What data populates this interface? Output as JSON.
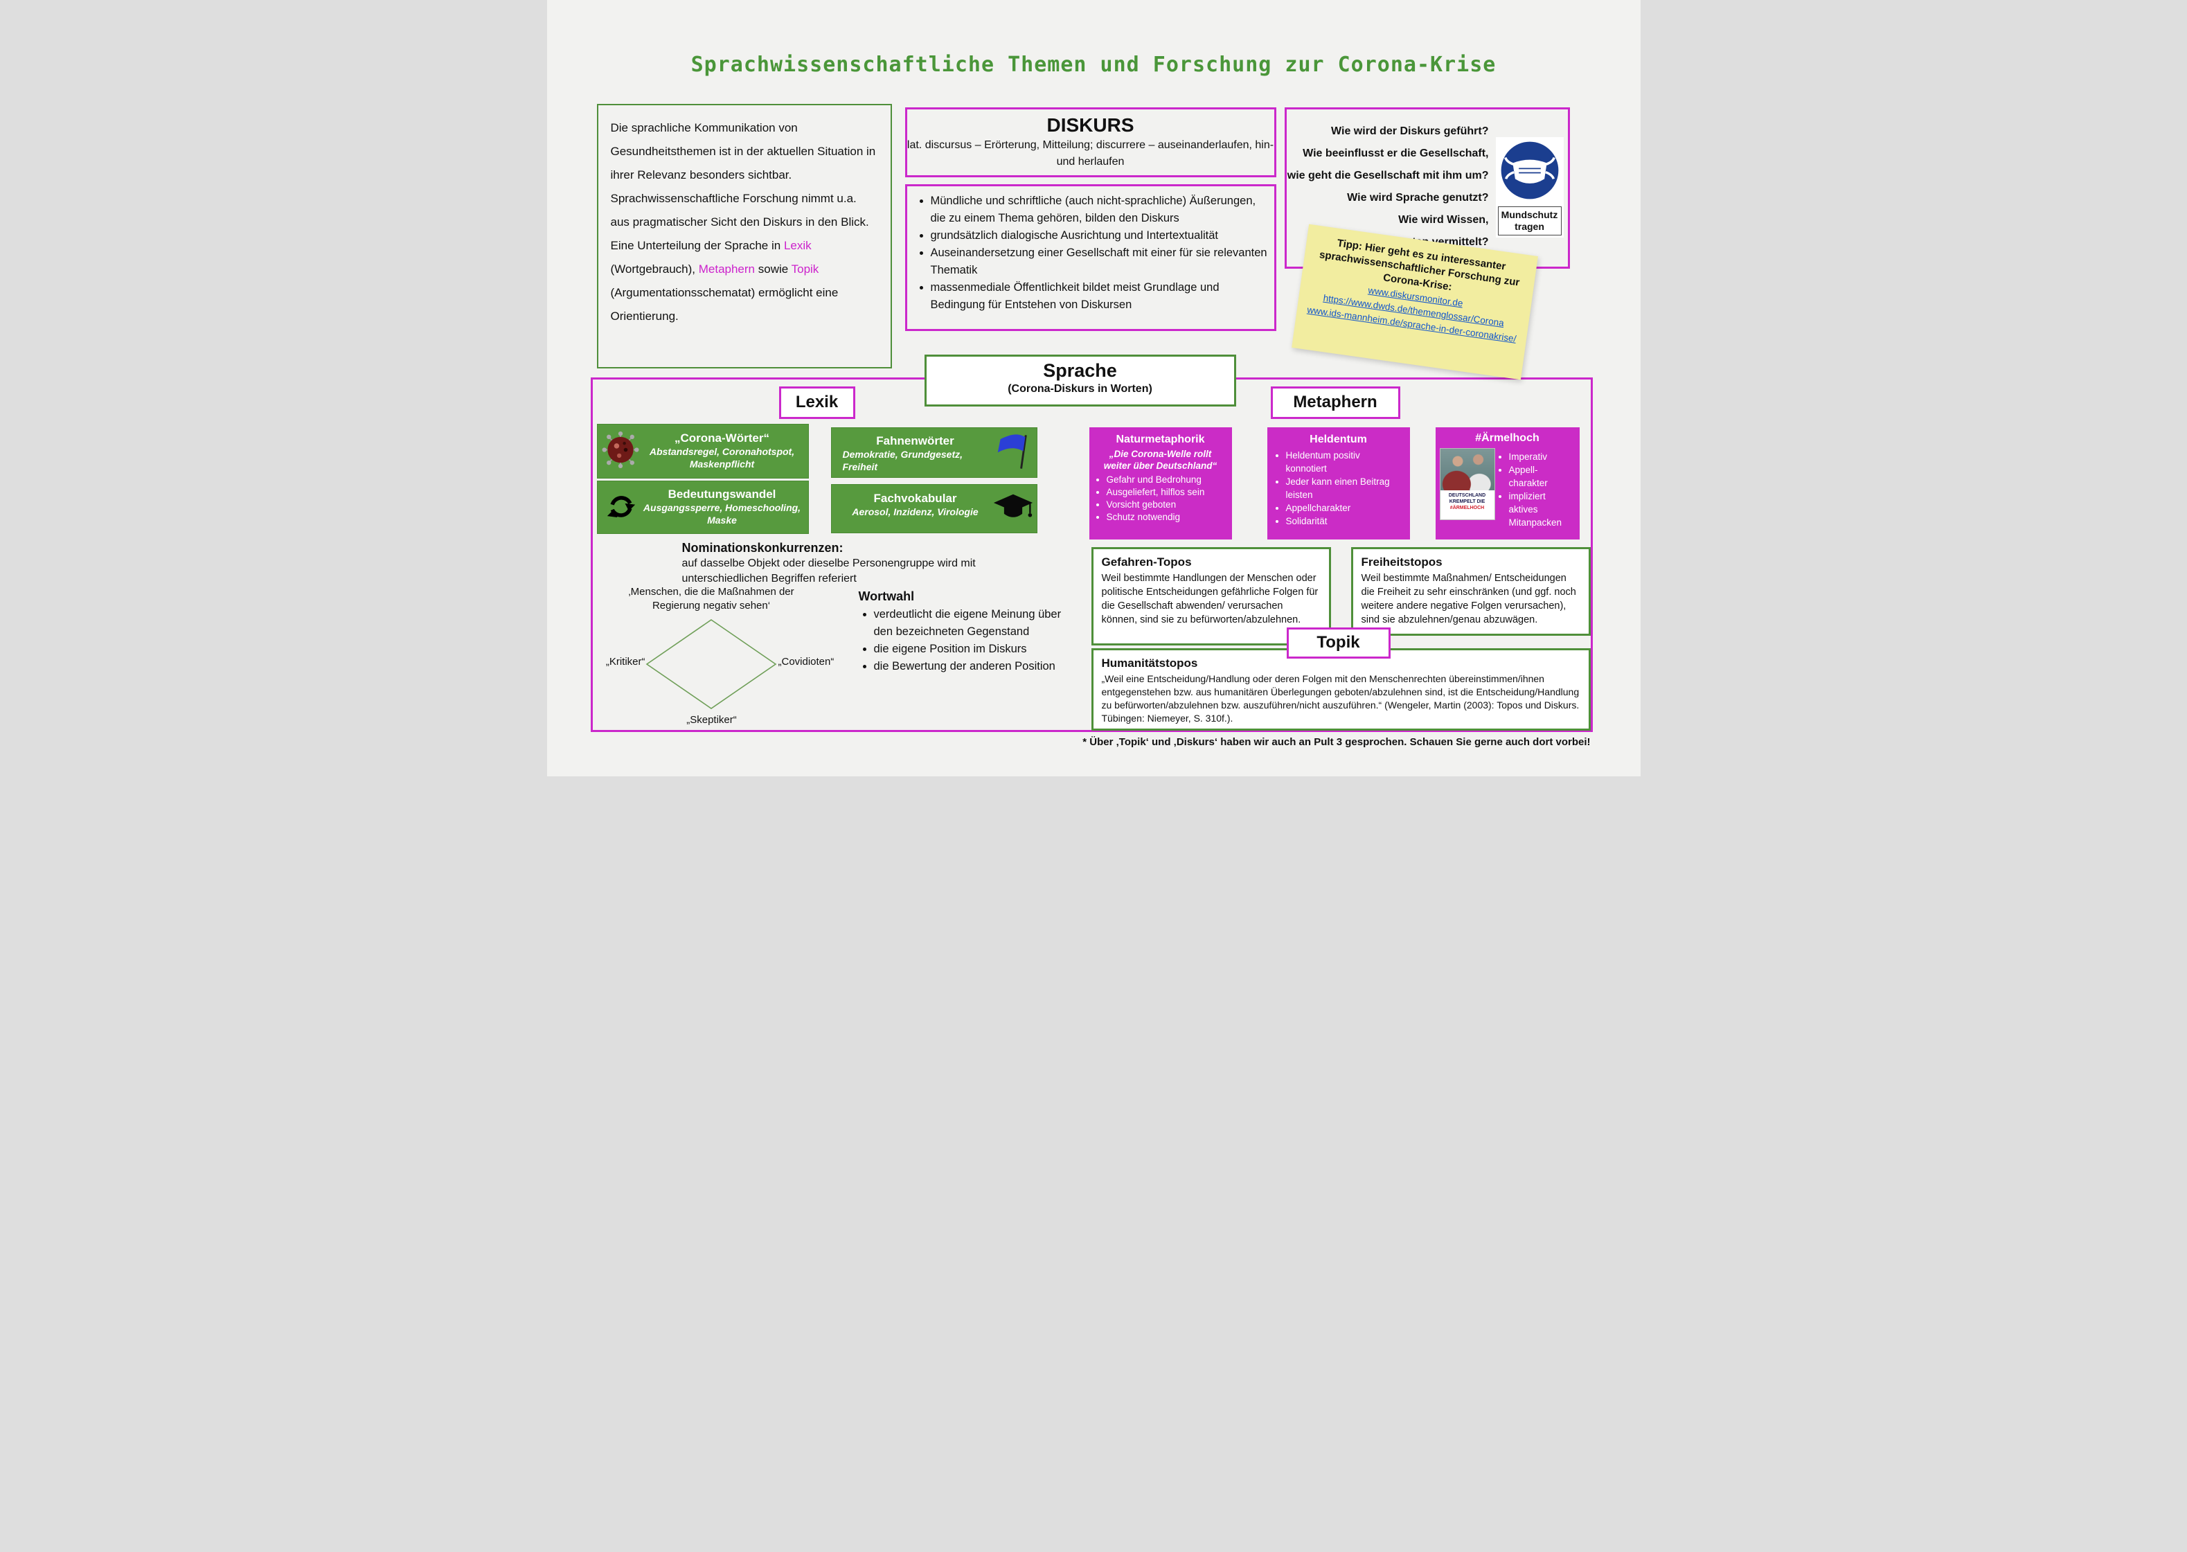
{
  "title": "Sprachwissenschaftliche Themen und Forschung zur Corona-Krise",
  "colors": {
    "magenta_border": "#cb28cb",
    "magenta_fill": "#cb2cc6",
    "green_border": "#4f8f3a",
    "green_fill": "#579a3e",
    "title_green": "#4a9639",
    "note_yellow": "#f2eda0",
    "link_blue": "#1155cc",
    "mask_sign_blue": "#1b3e8f"
  },
  "icons": {
    "virus": "virus-icon",
    "flag": "flag-icon",
    "change": "change-arrows-icon",
    "graduation_cap": "graduation-cap-icon",
    "face_mask": "face-mask-icon"
  },
  "intro": {
    "s1": "Die sprachliche Kommunikation von Gesundheitsthemen ist in der aktuellen Situation in ihrer Relevanz besonders sichtbar. Sprachwissenschaftliche Forschung nimmt u.a. aus pragmatischer Sicht den Diskurs in den Blick. Eine Unterteilung der Sprache in ",
    "lexik": "Lexik",
    "s2": " (Wortgebrauch), ",
    "metaphern": "Metaphern",
    "s3": " sowie ",
    "topik": "Topik",
    "s4": " (Argumentationsschematat) ermöglicht eine Orientierung."
  },
  "diskurs": {
    "title": "DISKURS",
    "subtitle": "lat. discursus – Erörterung, Mitteilung; discurrere – auseinanderlaufen, hin- und herlaufen",
    "bullets": [
      "Mündliche und schriftliche (auch nicht-sprachliche) Äußerungen, die zu einem Thema gehören, bilden den Diskurs",
      "grundsätzlich dialogische Ausrichtung und Intertextualität",
      "Auseinandersetzung einer Gesellschaft mit einer für sie relevanten Thematik",
      "massenmediale Öffentlichkeit bildet meist Grundlage und Bedingung für Entstehen von Diskursen"
    ]
  },
  "questions": {
    "lines": [
      "Wie wird der Diskurs geführt?",
      "Wie beeinflusst er die Gesellschaft,",
      "wie geht die Gesellschaft mit ihm um?",
      "Wie wird Sprache genutzt?",
      "Wie wird Wissen,",
      "wie werden Daten vermittelt?"
    ],
    "mask_sign": "Mundschutz tragen"
  },
  "tip": {
    "heading": "Tipp: Hier geht es zu interessanter sprachwissenschaftlicher Forschung zur Corona-Krise:",
    "links": [
      "www.diskursmonitor.de",
      "https://www.dwds.de/themenglossar/Corona",
      "www.ids-mannheim.de/sprache-in-der-coronakrise/"
    ]
  },
  "sprache": {
    "title": "Sprache",
    "subtitle": "(Corona-Diskurs in Worten)"
  },
  "lexik": {
    "label": "Lexik",
    "cards": [
      {
        "title": "„Corona-Wörter“",
        "items": "Abstandsregel, Coronahotspot, Maskenpflicht"
      },
      {
        "title": "Fahnenwörter",
        "items": "Demokratie, Grundgesetz, Freiheit"
      },
      {
        "title": "Bedeutungswandel",
        "items": "Ausgangssperre, Homeschooling, Maske"
      },
      {
        "title": "Fachvokabular",
        "items": "Aerosol, Inzidenz, Virologie"
      }
    ],
    "nomination": {
      "heading": "Nominationskonkurrenzen:",
      "text": "auf dasselbe Objekt oder dieselbe Personengruppe wird mit unterschiedlichen Begriffen referiert"
    },
    "diamond": {
      "top": "‚Menschen, die die Maßnahmen der Regierung negativ sehen‘",
      "left": "„Kritiker“",
      "right": "„Covidioten“",
      "bottom": "„Skeptiker“"
    },
    "wortwahl": {
      "heading": "Wortwahl",
      "bullets": [
        "verdeutlicht die eigene Meinung über den bezeichneten Gegenstand",
        "die eigene Position im Diskurs",
        "die Bewertung der anderen Position"
      ]
    }
  },
  "metaphern": {
    "label": "Metaphern",
    "naturmetaphorik": {
      "title": "Naturmetaphorik",
      "quote": "„Die Corona-Welle rollt weiter über Deutschland“",
      "bullets": [
        "Gefahr und Bedrohung",
        "Ausgeliefert, hilflos sein",
        "Vorsicht geboten",
        "Schutz notwendig"
      ]
    },
    "heldentum": {
      "title": "Heldentum",
      "bullets": [
        "Heldentum positiv konnotiert",
        "Jeder kann einen Beitrag leisten",
        "Appellcharakter",
        "Solidarität"
      ]
    },
    "aermelhoch": {
      "title": "#Ärmelhoch",
      "poster": {
        "line1": "DEUTSCHLAND",
        "line2": "KREMPELT DIE",
        "line3": "#ÄRMELHOCH"
      },
      "bullets": [
        "Imperativ",
        "Appell-charakter",
        "impliziert aktives Mitanpacken"
      ]
    }
  },
  "topik": {
    "label": "Topik",
    "gefahren": {
      "title": "Gefahren-Topos",
      "text": "Weil bestimmte Handlungen der Menschen oder politische Entscheidungen gefährliche Folgen für die Gesellschaft abwenden/ verursachen können, sind sie zu befürworten/abzulehnen."
    },
    "freiheit": {
      "title": "Freiheitstopos",
      "text": "Weil bestimmte Maßnahmen/ Entscheidungen die Freiheit zu sehr einschränken (und ggf. noch weitere andere negative Folgen verursachen), sind sie abzulehnen/genau abzuwägen."
    },
    "humanitaet": {
      "title": "Humanitätstopos",
      "text": "„Weil eine Entscheidung/Handlung oder deren Folgen mit den Menschenrechten übereinstimmen/ihnen entgegenstehen bzw. aus humanitären Überlegungen geboten/abzulehnen sind, ist die Entscheidung/Handlung zu befürworten/abzulehnen bzw. auszuführen/nicht auszuführen.“ (Wengeler, Martin (2003): Topos und Diskurs. Tübingen: Niemeyer, S. 310f.)."
    }
  },
  "footer": "* Über ‚Topik‘ und ‚Diskurs‘ haben wir auch an Pult 3 gesprochen. Schauen Sie gerne auch dort vorbei!"
}
